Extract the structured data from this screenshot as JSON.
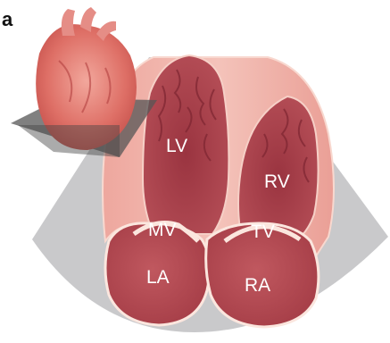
{
  "panel": {
    "letter": "a"
  },
  "labels": {
    "lv": "LV",
    "rv": "RV",
    "mv": "MV",
    "tv": "TV",
    "la": "LA",
    "ra": "RA"
  },
  "colors": {
    "ultrasound_sector": "#c8c8ca",
    "tissue_light": "#f2bcb4",
    "tissue_mid": "#e7928a",
    "chamber_dark": "#a94048",
    "chamber_deep": "#8d2c36",
    "atria_fill": "#b04a52",
    "outline": "#fbe6de"
  }
}
